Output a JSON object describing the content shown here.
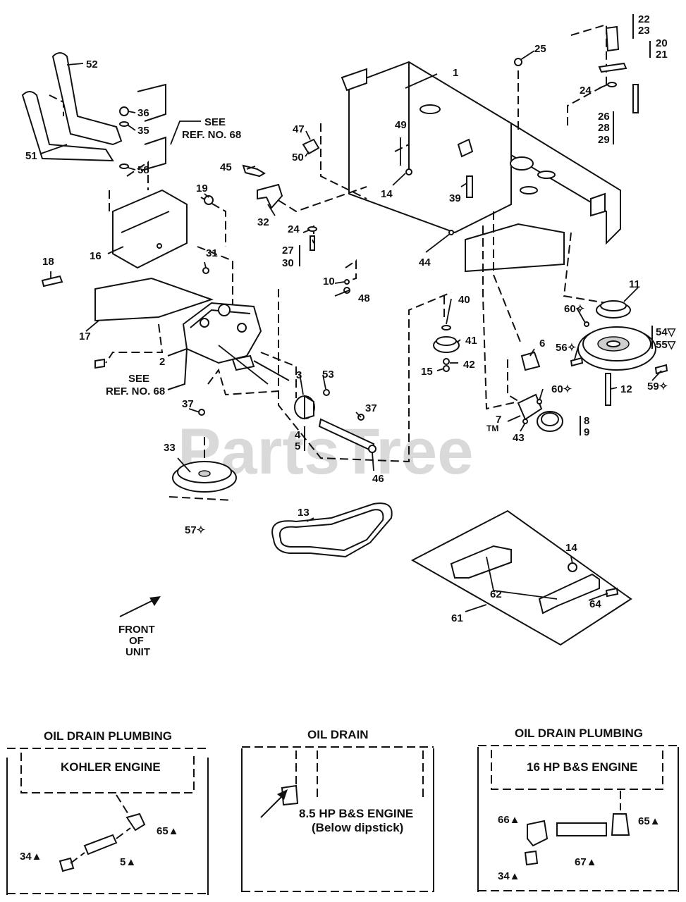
{
  "watermark": "PartsTree",
  "watermark_tm": "TM",
  "front_label": [
    "FRONT",
    "OF",
    "UNIT"
  ],
  "see_ref_top": [
    "SEE",
    "REF. NO. 68"
  ],
  "see_ref_left": [
    "SEE",
    "REF. NO. 68"
  ],
  "callouts": {
    "c1": "1",
    "c2": "2",
    "c3": "3",
    "c4": "4",
    "c5": "5",
    "c6": "6",
    "c7": "7",
    "c8": "8",
    "c9": "9",
    "c10": "10",
    "c11": "11",
    "c12": "12",
    "c13": "13",
    "c14a": "14",
    "c14b": "14",
    "c15": "15",
    "c16": "16",
    "c17": "17",
    "c18": "18",
    "c19": "19",
    "c20": "20",
    "c21": "21",
    "c22": "22",
    "c23": "23",
    "c24a": "24",
    "c24b": "24",
    "c25": "25",
    "c26": "26",
    "c27": "27",
    "c28": "28",
    "c29": "29",
    "c30": "30",
    "c31": "31",
    "c32": "32",
    "c33": "33",
    "c35": "35",
    "c36": "36",
    "c37a": "37",
    "c37b": "37",
    "c39": "39",
    "c40": "40",
    "c41": "41",
    "c42": "42",
    "c43": "43",
    "c44": "44",
    "c45": "45",
    "c46": "46",
    "c47": "47",
    "c48": "48",
    "c49": "49",
    "c50": "50",
    "c51": "51",
    "c52": "52",
    "c53": "53",
    "c54": "54▽",
    "c55": "55▽",
    "c56": "56✧",
    "c57": "57✧",
    "c58": "58",
    "c59": "59✧",
    "c60a": "60✧",
    "c60b": "60✧",
    "c61": "61",
    "c62": "62",
    "c64": "64"
  },
  "insets": [
    {
      "title": "OIL DRAIN PLUMBING",
      "engine": "KOHLER ENGINE",
      "labels": {
        "a": "65▲",
        "b": "34▲",
        "c": "5▲"
      }
    },
    {
      "title": "OIL DRAIN",
      "engine": "8.5 HP B&S ENGINE",
      "note": "(Below dipstick)"
    },
    {
      "title": "OIL DRAIN PLUMBING",
      "engine": "16 HP B&S ENGINE",
      "labels": {
        "a": "66▲",
        "b": "65▲",
        "c": "34▲",
        "d": "67▲"
      }
    }
  ]
}
